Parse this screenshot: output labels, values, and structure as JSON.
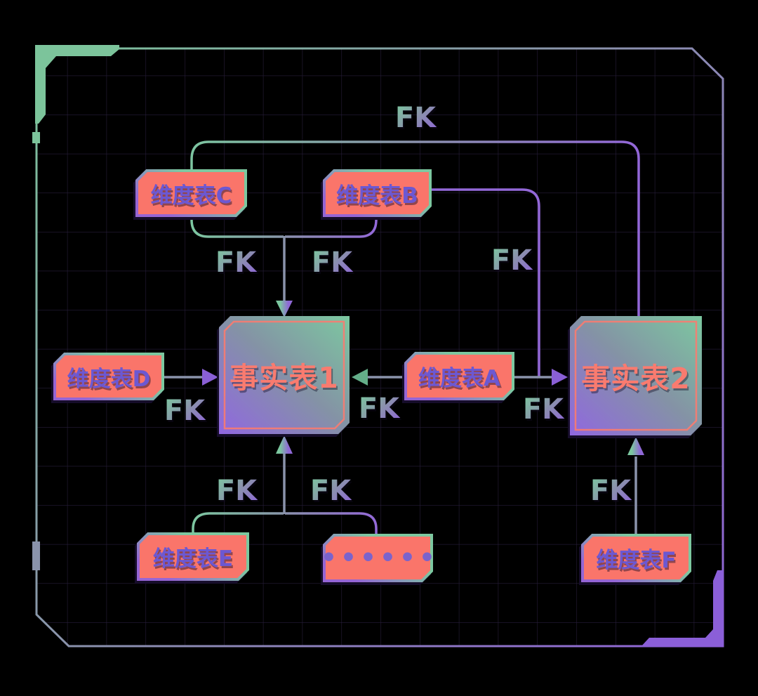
{
  "diagram": {
    "type": "fact-constellation-schema",
    "nodes": {
      "fact1": {
        "label": "事实表1",
        "kind": "fact"
      },
      "fact2": {
        "label": "事实表2",
        "kind": "fact"
      },
      "dimC": {
        "label": "维度表C",
        "kind": "dimension"
      },
      "dimB": {
        "label": "维度表B",
        "kind": "dimension"
      },
      "dimD": {
        "label": "维度表D",
        "kind": "dimension"
      },
      "dimA": {
        "label": "维度表A",
        "kind": "dimension"
      },
      "dimE": {
        "label": "维度表E",
        "kind": "dimension"
      },
      "dimOther": {
        "label": "••••••",
        "kind": "dimension-ellipsis"
      },
      "dimF": {
        "label": "维度表F",
        "kind": "dimension"
      }
    },
    "edges": [
      {
        "from": "维度表C",
        "to": "事实表2",
        "label": "FK"
      },
      {
        "from": "维度表C",
        "to": "事实表1",
        "label": "FK"
      },
      {
        "from": "维度表B",
        "to": "事实表1",
        "label": "FK"
      },
      {
        "from": "维度表B",
        "to": "事实表2",
        "label": "FK"
      },
      {
        "from": "维度表D",
        "to": "事实表1",
        "label": "FK"
      },
      {
        "from": "维度表A",
        "to": "事实表1",
        "label": "FK"
      },
      {
        "from": "维度表A",
        "to": "事实表2",
        "label": "FK"
      },
      {
        "from": "维度表E",
        "to": "事实表1",
        "label": "FK"
      },
      {
        "from": "••••••",
        "to": "事实表1",
        "label": "FK"
      },
      {
        "from": "维度表F",
        "to": "事实表2",
        "label": "FK"
      }
    ],
    "colors": {
      "background": "#000000",
      "grid": "#271d3a",
      "salmon": "#fa756b",
      "green_accent": "#7cc49b",
      "purple_accent": "#8b5fd8",
      "slate_line": "#8a93ab",
      "dim_text": "#6c58d2",
      "fact_text": "#f97b6f"
    }
  }
}
